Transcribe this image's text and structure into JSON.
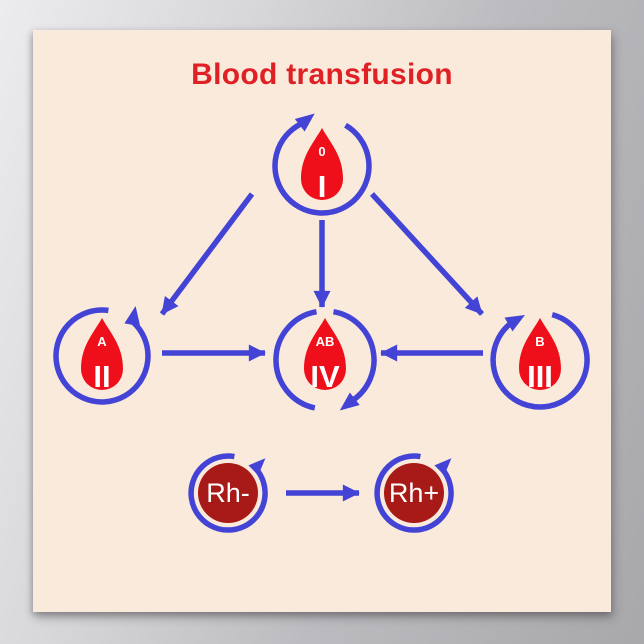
{
  "poster": {
    "title": "Blood transfusion",
    "nodes": [
      {
        "id": "I",
        "letter": "0",
        "numeral": "I"
      },
      {
        "id": "II",
        "letter": "A",
        "numeral": "II"
      },
      {
        "id": "III",
        "letter": "B",
        "numeral": "III"
      },
      {
        "id": "IV",
        "letter": "AB",
        "numeral": "IV"
      }
    ],
    "rh": [
      {
        "label": "Rh-"
      },
      {
        "label": "Rh+"
      }
    ],
    "edges": [
      {
        "from": "I",
        "to": "II"
      },
      {
        "from": "I",
        "to": "IV"
      },
      {
        "from": "I",
        "to": "III"
      },
      {
        "from": "II",
        "to": "IV"
      },
      {
        "from": "III",
        "to": "IV"
      },
      {
        "from": "Rh-",
        "to": "Rh+"
      }
    ],
    "colors": {
      "poster_background": "#faeadb",
      "arrow_blue": "#4343d6",
      "drop_red": "#ee0f1a",
      "title_red": "#df2025",
      "rh_circle_red": "#a81a17",
      "text_white": "#ffffff"
    }
  }
}
